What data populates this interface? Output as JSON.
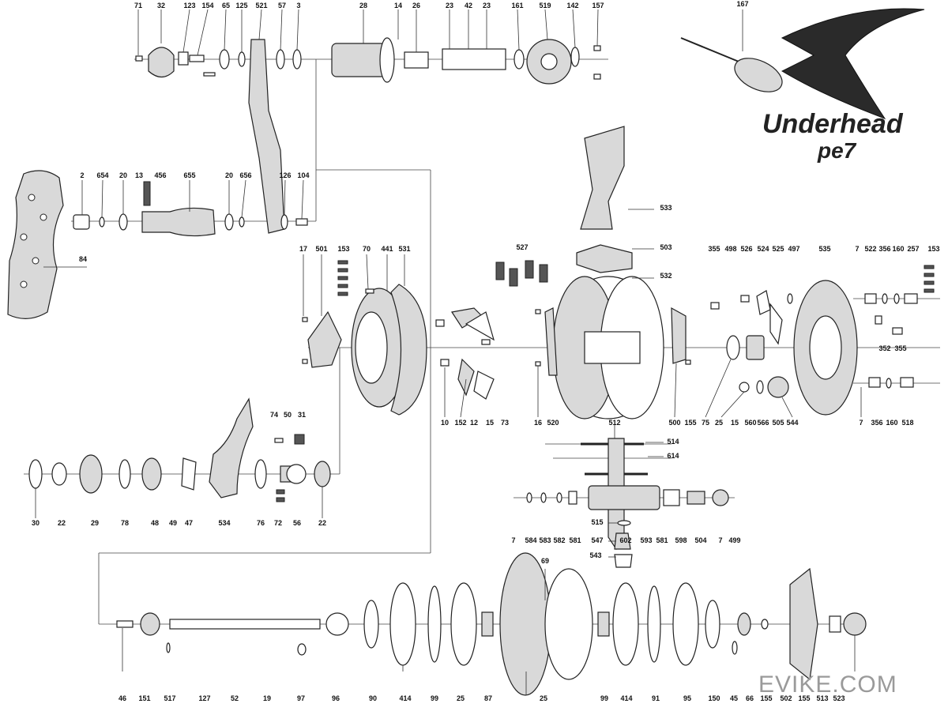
{
  "brand": {
    "name": "Underhead",
    "model": "pe7"
  },
  "watermark": "EVIKE.COM",
  "part_labels": [
    "71",
    "32",
    "123",
    "154",
    "65",
    "125",
    "521",
    "57",
    "3",
    "28",
    "14",
    "26",
    "23",
    "42",
    "23",
    "161",
    "519",
    "142",
    "157",
    "167",
    "2",
    "654",
    "20",
    "13",
    "456",
    "655",
    "20",
    "656",
    "126",
    "104",
    "84",
    "533",
    "503",
    "532",
    "527",
    "17",
    "501",
    "153",
    "70",
    "441",
    "531",
    "355",
    "498",
    "526",
    "524",
    "525",
    "497",
    "535",
    "7",
    "522",
    "356",
    "160",
    "257",
    "153",
    "352",
    "355",
    "10",
    "152",
    "12",
    "15",
    "73",
    "16",
    "520",
    "500",
    "155",
    "75",
    "25",
    "15",
    "560",
    "566",
    "505",
    "544",
    "7",
    "356",
    "160",
    "518",
    "74",
    "50",
    "31",
    "512",
    "514",
    "614",
    "30",
    "22",
    "29",
    "78",
    "48",
    "49",
    "47",
    "534",
    "76",
    "72",
    "56",
    "22",
    "7",
    "584",
    "583",
    "582",
    "581",
    "602",
    "593",
    "581",
    "598",
    "504",
    "7",
    "499",
    "515",
    "547",
    "543",
    "69",
    "46",
    "151",
    "517",
    "127",
    "52",
    "19",
    "97",
    "96",
    "90",
    "414",
    "99",
    "25",
    "87",
    "25",
    "99",
    "414",
    "91",
    "95",
    "150",
    "45",
    "66",
    "155",
    "502",
    "155",
    "513",
    "523"
  ]
}
